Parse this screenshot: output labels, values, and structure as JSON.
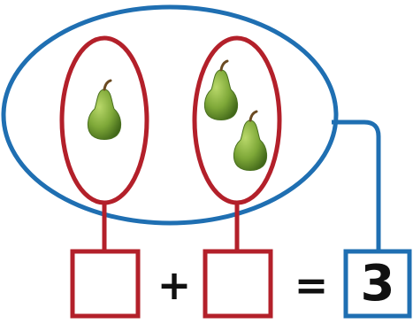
{
  "equation": {
    "addend_1": "",
    "plus_sign": "+",
    "addend_2": "",
    "equals_sign": "=",
    "total": "3"
  },
  "groups": [
    {
      "pear_count": 1
    },
    {
      "pear_count": 2
    }
  ],
  "colors": {
    "outer_ellipse": "#1f6fb2",
    "group_outline": "#b3202a",
    "total_box": "#1f6fb2",
    "addend_box": "#b3202a",
    "pear_fill": "#6f9e2f",
    "pear_dark": "#4a7020",
    "pear_stem": "#6b4a22",
    "symbol": "#111111"
  }
}
